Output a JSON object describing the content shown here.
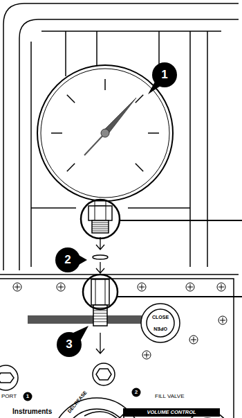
{
  "diagram": {
    "labels": [
      "1",
      "2",
      "3",
      "PORT",
      "1",
      "2",
      "FILL VALVE",
      "CLOSE",
      "OPEN",
      "Instruments",
      "DECREASE",
      "VOLUME CONTROL"
    ]
  }
}
